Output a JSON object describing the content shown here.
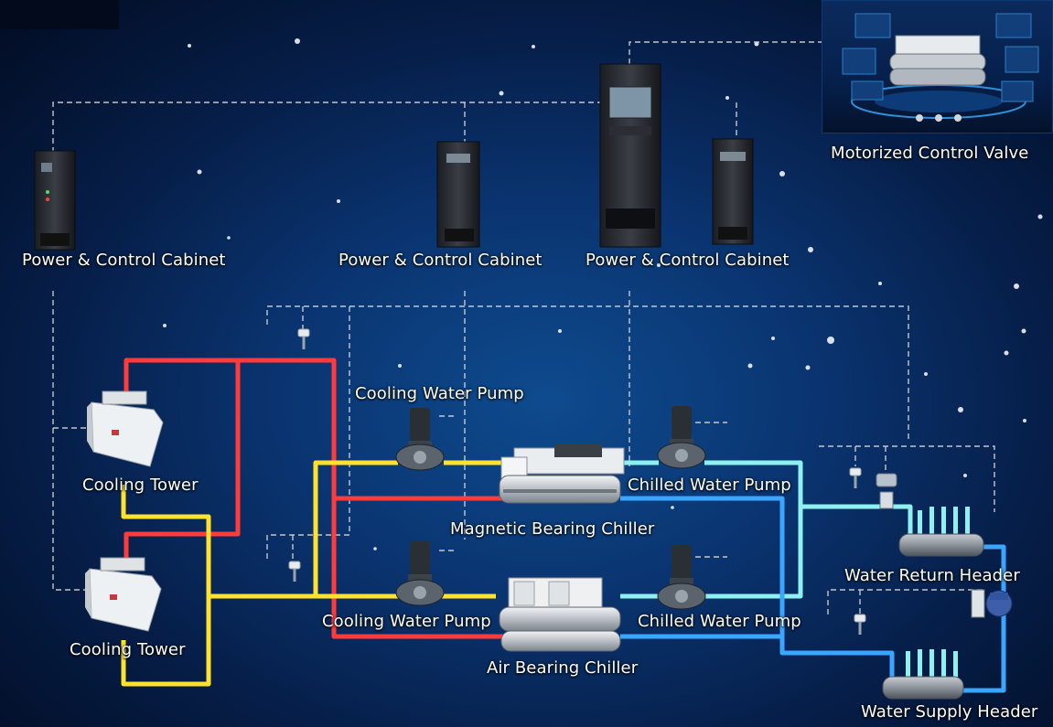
{
  "labels": {
    "cabinet_left": "Power & Control Cabinet",
    "cabinet_mid": "Power & Control Cabinet",
    "cabinet_right": "Power & Control Cabinet",
    "motorized_valve": "Motorized Control Valve",
    "cooling_tower_top": "Cooling Tower",
    "cooling_tower_bottom": "Cooling Tower",
    "cooling_pump_top": "Cooling Water Pump",
    "cooling_pump_bottom": "Cooling Water Pump",
    "chilled_pump_top": "Chilled Water Pump",
    "chilled_pump_bottom": "Chilled Water Pump",
    "magnetic_chiller": "Magnetic Bearing Chiller",
    "air_chiller": "Air Bearing Chiller",
    "return_header": "Water Return Header",
    "supply_header": "Water Supply Header"
  },
  "colors": {
    "hot_pipe": "#ff3b3b",
    "cool_pipe": "#ffe22e",
    "chilled_return": "#8ff0f2",
    "chilled_supply": "#3aa6ff",
    "signal_line": "#d8d8d8"
  }
}
